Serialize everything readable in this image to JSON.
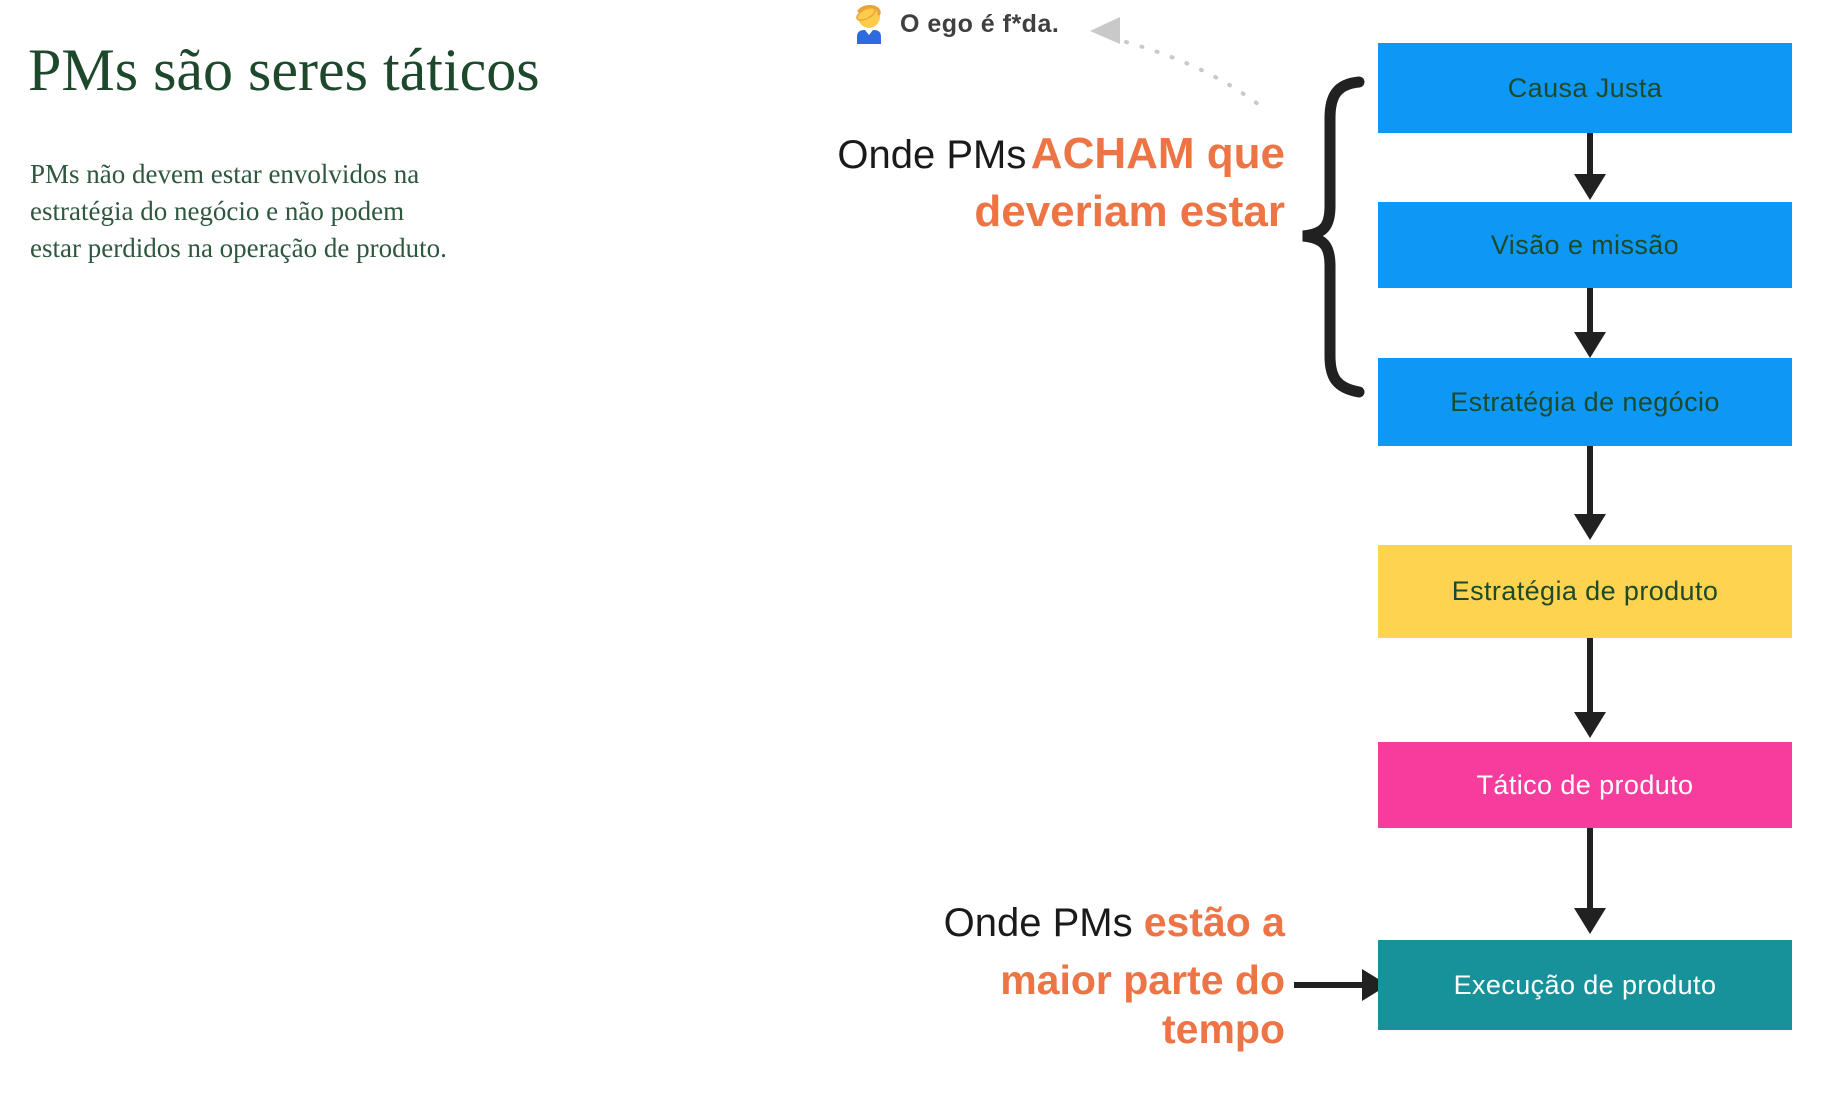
{
  "slide": {
    "title": "PMs são seres táticos",
    "body_lines": [
      "PMs não devem estar envolvidos na",
      "estratégia do negócio e não podem",
      "estar perdidos na operação de produto."
    ]
  },
  "ego_note": {
    "emoji_name": "person-facepalming",
    "text": "O ego é f*da."
  },
  "brace_label": {
    "line1": "Onde PMs",
    "line2": "ACHAM que",
    "line3": "deveriam estar"
  },
  "bottom_label": {
    "line1_black": "Onde PMs ",
    "line1_orange": "estão a",
    "line2": "maior parte do",
    "line3": "tempo"
  },
  "flow_boxes": [
    {
      "label": "Causa Justa",
      "bg": "#0E98F6",
      "fg": "#1C4A2B"
    },
    {
      "label": "Visão e missão",
      "bg": "#0E98F6",
      "fg": "#1C4A2B"
    },
    {
      "label": "Estratégia de negócio",
      "bg": "#0E98F6",
      "fg": "#1C4A2B"
    },
    {
      "label": "Estratégia de produto",
      "bg": "#FED34F",
      "fg": "#1C4A2B"
    },
    {
      "label": "Tático de produto",
      "bg": "#F63D9D",
      "fg": "#FFFFFF"
    },
    {
      "label": "Execução de produto",
      "bg": "#17929B",
      "fg": "#FFFFFF"
    }
  ],
  "colors": {
    "title_green": "#1D482B",
    "body_green": "#2E573E",
    "accent_orange": "#ED7445",
    "label_black": "#1A1A1A",
    "note_text_gray": "#3F3F3F",
    "arrow_black": "#212121",
    "note_arrow_gray": "#C9C9C9"
  }
}
